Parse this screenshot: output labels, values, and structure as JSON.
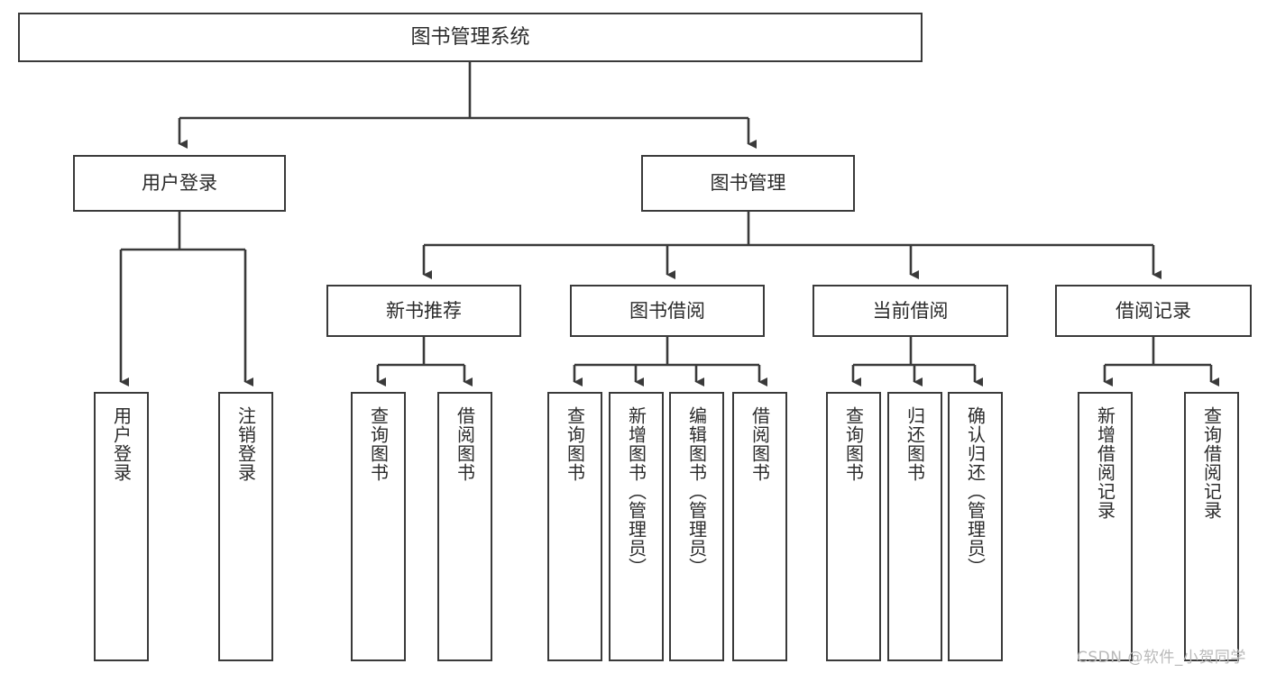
{
  "diagram": {
    "title": "图书管理系统",
    "type": "hierarchy-tree",
    "colors": {
      "box_border": "#3a3a3a",
      "box_fill": "#ffffff",
      "connector": "#3a3a3a",
      "text": "#2b2b2b",
      "watermark": "#b9b9b9",
      "background": "#ffffff"
    },
    "nodes": {
      "root": {
        "label": "图书管理系统"
      },
      "level2": [
        {
          "id": "user-login",
          "label": "用户登录"
        },
        {
          "id": "book-management",
          "label": "图书管理"
        }
      ],
      "level3": [
        {
          "id": "new-book-recommend",
          "label": "新书推荐"
        },
        {
          "id": "book-borrow",
          "label": "图书借阅"
        },
        {
          "id": "current-borrow",
          "label": "当前借阅"
        },
        {
          "id": "borrow-record",
          "label": "借阅记录"
        }
      ],
      "leaves": {
        "user-login": [
          {
            "id": "leaf-user-login",
            "label": "用户登录"
          },
          {
            "id": "leaf-logout-login",
            "label": "注销登录"
          }
        ],
        "new-book-recommend": [
          {
            "id": "leaf-query-book-1",
            "label": "查询图书"
          },
          {
            "id": "leaf-borrow-book-1",
            "label": "借阅图书"
          }
        ],
        "book-borrow": [
          {
            "id": "leaf-query-book-2",
            "label": "查询图书"
          },
          {
            "id": "leaf-add-book-admin",
            "label": "新增图书（管理员）"
          },
          {
            "id": "leaf-edit-book-admin",
            "label": "编辑图书（管理员）"
          },
          {
            "id": "leaf-borrow-book-2",
            "label": "借阅图书"
          }
        ],
        "current-borrow": [
          {
            "id": "leaf-query-book-3",
            "label": "查询图书"
          },
          {
            "id": "leaf-return-book",
            "label": "归还图书"
          },
          {
            "id": "leaf-confirm-return-admin",
            "label": "确认归还（管理员）"
          }
        ],
        "borrow-record": [
          {
            "id": "leaf-add-borrow-record",
            "label": "新增借阅记录"
          },
          {
            "id": "leaf-query-borrow-record",
            "label": "查询借阅记录"
          }
        ]
      }
    },
    "watermark": "CSDN @软件_小贺同学"
  }
}
